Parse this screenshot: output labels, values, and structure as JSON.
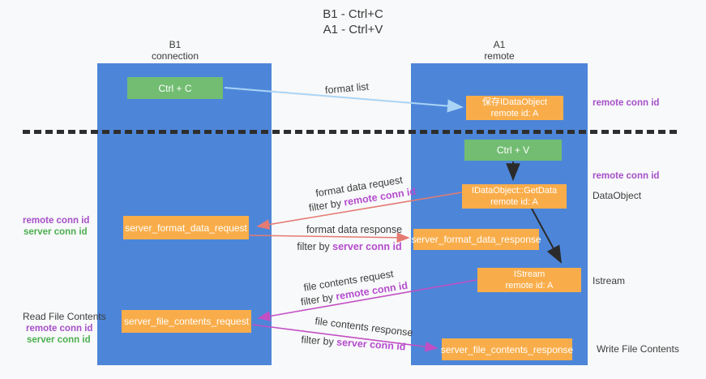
{
  "title": {
    "line1": "B1 - Ctrl+C",
    "line2": "A1 - Ctrl+V"
  },
  "columns": {
    "left": {
      "name": "B1",
      "subtitle": "connection"
    },
    "right": {
      "name": "A1",
      "subtitle": "remote"
    }
  },
  "boxes": {
    "ctrl_c": "Ctrl + C",
    "ctrl_v": "Ctrl + V",
    "save_idataobject": {
      "line1": "保存IDataObject",
      "line2": "remote id: A"
    },
    "getdata": {
      "line1": "IDataObject::GetData",
      "line2": "remote id: A"
    },
    "istream": {
      "line1": "IStream",
      "line2": "remote id: A"
    },
    "server_format_data_request": "server_format_data_request",
    "server_format_data_response": "server_format_data_response",
    "server_file_contents_request": "server_file_contents_request",
    "server_file_contents_response": "server_file_contents_response"
  },
  "arrow_labels": {
    "format_list": "format list",
    "format_data_request": "format data request",
    "format_data_response": "format data response",
    "file_contents_request": "file contents request",
    "file_contents_response": "file contents response",
    "filter_by": "filter by ",
    "remote_conn_id": "remote conn id",
    "server_conn_id": "server conn id"
  },
  "side_labels": {
    "left": {
      "remote_conn_id_top": "remote conn id",
      "server_conn_id_top": "server conn id",
      "read_file_contents": "Read File Contents",
      "remote_conn_id_bottom": "remote conn id",
      "server_conn_id_bottom": "server conn id"
    },
    "right": {
      "remote_conn_id_top": "remote conn id",
      "remote_conn_id_mid": "remote conn id",
      "dataobject": "DataObject",
      "istream": "Istream",
      "write_file_contents": "Write File Contents"
    }
  },
  "colors": {
    "column_blue": "#4d86d9",
    "box_orange": "#f9ad4a",
    "box_green": "#72bd72",
    "arrow_red": "#e57a72",
    "arrow_magenta": "#c24fc4",
    "arrow_lightblue": "#a9d4f5",
    "arrow_black": "#2b2b2b",
    "text_purple": "#a550c8",
    "text_green": "#4caf50",
    "highlight_purple": "#b44ccd"
  }
}
